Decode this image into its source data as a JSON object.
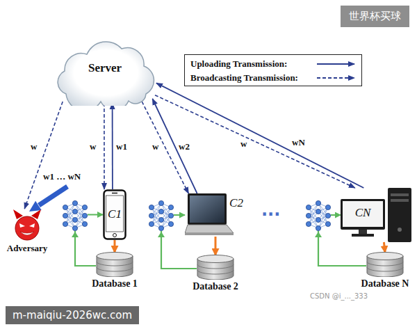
{
  "diagram": {
    "nodes": [
      {
        "text": [
          "Server"
        ]
      },
      {
        "text": [
          "Adversary"
        ]
      },
      {
        "text": [
          "C1"
        ]
      },
      {
        "text": [
          "Database 1"
        ]
      },
      {
        "text": [
          "C2"
        ]
      },
      {
        "text": [
          "Database 2"
        ]
      },
      {
        "text": [
          "CN"
        ]
      },
      {
        "text": [
          "Database N"
        ]
      }
    ],
    "edges": [
      {
        "from": 0,
        "to": 1,
        "label": "w",
        "arrow": "to"
      },
      {
        "from": 0,
        "to": 2,
        "label": "w",
        "arrow": "to"
      },
      {
        "from": 2,
        "to": 0,
        "label": "w1",
        "arrow": "to"
      },
      {
        "from": 0,
        "to": 4,
        "label": "w",
        "arrow": "to"
      },
      {
        "from": 4,
        "to": 0,
        "label": "w2",
        "arrow": "to"
      },
      {
        "from": 0,
        "to": 6,
        "label": "w",
        "arrow": "to"
      },
      {
        "from": 6,
        "to": 0,
        "label": "wN",
        "arrow": "to"
      },
      {
        "from": 2,
        "to": 3,
        "arrow": "to"
      },
      {
        "from": 3,
        "to": 2,
        "arrow": "to"
      },
      {
        "from": 4,
        "to": 5,
        "arrow": "to"
      },
      {
        "from": 5,
        "to": 4,
        "arrow": "to"
      },
      {
        "from": 6,
        "to": 7,
        "arrow": "to"
      },
      {
        "from": 7,
        "to": 6,
        "arrow": "to"
      }
    ],
    "labels": [
      "w1 … wN",
      "···",
      "世界杯买球",
      "CSDN @i_..._333",
      "m-maiqiu-2026wc.com"
    ],
    "legend": [
      {
        "text": "Uploading Transmission:"
      },
      {
        "text": "Broadcasting Transmission:"
      }
    ]
  }
}
